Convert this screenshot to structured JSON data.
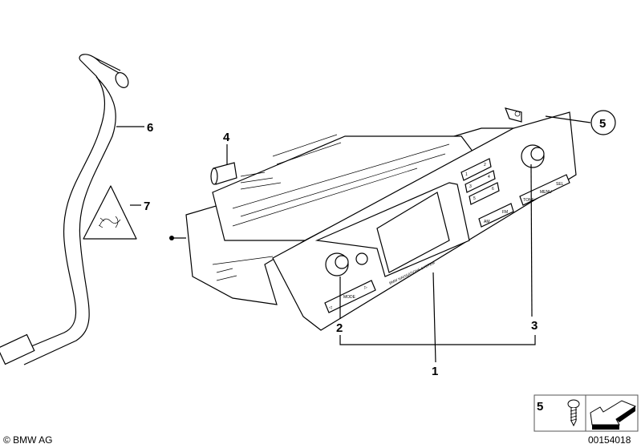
{
  "callouts": {
    "c1": "1",
    "c2": "2",
    "c3": "3",
    "c4": "4",
    "c5": "5",
    "c6": "6",
    "c7": "7"
  },
  "radio": {
    "brand_text": "BMW NAVIGATIONS SYSTEM",
    "buttons": {
      "b1": "1",
      "b2": "2",
      "b3": "3",
      "b4": "4",
      "b5": "5",
      "b6": "6",
      "am": "AM",
      "fm": "FM",
      "tone": "TONE",
      "menu": "MENU",
      "sel": "SEL",
      "mode": "MODE"
    }
  },
  "legend": {
    "item_number": "5"
  },
  "footer": {
    "copyright": "© BMW AG",
    "diagram_number": "00154018"
  }
}
